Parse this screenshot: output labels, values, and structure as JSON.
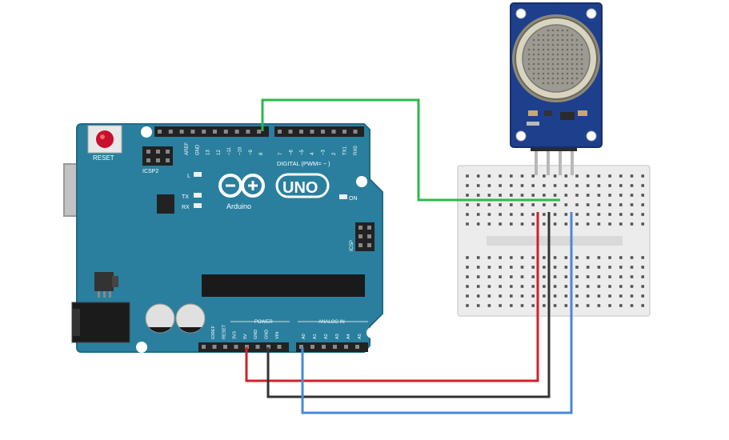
{
  "board": {
    "logo_text": "UNO",
    "brand_text": "Arduino",
    "reset_label": "RESET",
    "icsp2_label": "ICSP2",
    "icsp_label": "ICSP",
    "digital_label": "DIGITAL (PWM= ~ )",
    "tx_label": "TX",
    "rx_label": "RX",
    "l_label": "L",
    "on_label": "ON",
    "power_label": "POWER",
    "analog_label": "ANALOG IN",
    "top_pins": [
      "AREF",
      "GND",
      "13",
      "12",
      "~11",
      "~10",
      "~9",
      "8",
      "7",
      "~6",
      "~5",
      "4",
      "~3",
      "2",
      "TX1",
      "RX0"
    ],
    "power_pins": [
      "IOREF",
      "RESET",
      "3V3",
      "5V",
      "GND",
      "GND",
      "VIN"
    ],
    "analog_pins": [
      "A0",
      "A1",
      "A2",
      "A3",
      "A4",
      "A5"
    ]
  },
  "colors": {
    "board": "#2a7f9e",
    "board_edge": "#1f6a85",
    "wire_green": "#2db84a",
    "wire_red": "#d0202a",
    "wire_black": "#333333",
    "wire_blue": "#4a88d8",
    "sensor_pcb": "#1e3f8c",
    "breadboard": "#ececec"
  },
  "components": {
    "sensor": "gas-sensor-module",
    "breadboard": "mini-breadboard"
  }
}
